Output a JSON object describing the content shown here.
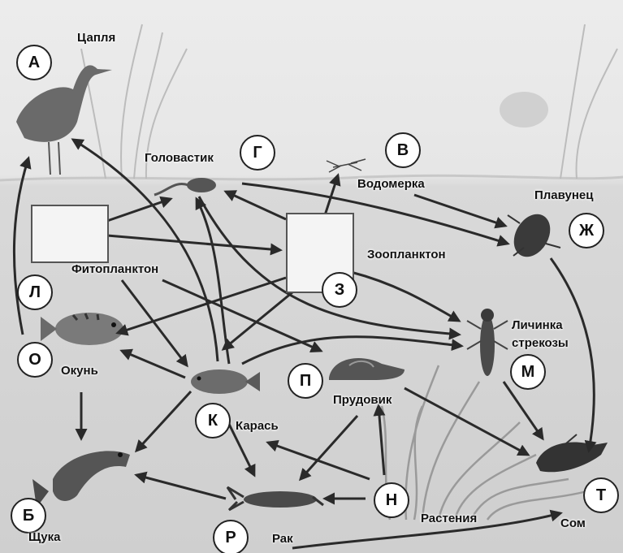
{
  "nodes": [
    {
      "id": "heron",
      "letter": "А",
      "name": "Цапля"
    },
    {
      "id": "pike",
      "letter": "Б",
      "name": "Щука"
    },
    {
      "id": "water-strider",
      "letter": "В",
      "name": "Водомерка"
    },
    {
      "id": "tadpole",
      "letter": "Г",
      "name": "Головастик"
    },
    {
      "id": "diving-beetle",
      "letter": "Ж",
      "name": "Плавунец"
    },
    {
      "id": "zooplankton",
      "letter": "З",
      "name": "Зоопланктон"
    },
    {
      "id": "crucian",
      "letter": "К",
      "name": "Карась"
    },
    {
      "id": "phytoplankton",
      "letter": "Л",
      "name": "Фитопланктон"
    },
    {
      "id": "dragonfly-larva",
      "letter": "М",
      "name": "Личинка стрекозы"
    },
    {
      "id": "plants",
      "letter": "Н",
      "name": "Растения"
    },
    {
      "id": "perch",
      "letter": "О",
      "name": "Окунь"
    },
    {
      "id": "pond-snail",
      "letter": "П",
      "name": "Прудовик"
    },
    {
      "id": "crayfish",
      "letter": "Р",
      "name": "Рак"
    },
    {
      "id": "catfish",
      "letter": "Т",
      "name": "Сом"
    }
  ],
  "edges": [
    [
      "perch",
      "heron"
    ],
    [
      "crucian",
      "heron"
    ],
    [
      "crucian",
      "tadpole"
    ],
    [
      "phytoplankton",
      "tadpole"
    ],
    [
      "phytoplankton",
      "zooplankton"
    ],
    [
      "phytoplankton",
      "crucian"
    ],
    [
      "phytoplankton",
      "pond-snail"
    ],
    [
      "zooplankton",
      "tadpole"
    ],
    [
      "zooplankton",
      "water-strider"
    ],
    [
      "zooplankton",
      "perch"
    ],
    [
      "zooplankton",
      "crucian"
    ],
    [
      "zooplankton",
      "dragonfly-larva"
    ],
    [
      "tadpole",
      "diving-beetle"
    ],
    [
      "tadpole",
      "dragonfly-larva"
    ],
    [
      "water-strider",
      "diving-beetle"
    ],
    [
      "crucian",
      "perch"
    ],
    [
      "crucian",
      "pike"
    ],
    [
      "crucian",
      "crayfish"
    ],
    [
      "crucian",
      "dragonfly-larva"
    ],
    [
      "perch",
      "pike"
    ],
    [
      "crayfish",
      "pike"
    ],
    [
      "plants",
      "crucian"
    ],
    [
      "plants",
      "pond-snail"
    ],
    [
      "plants",
      "crayfish"
    ],
    [
      "pond-snail",
      "crayfish"
    ],
    [
      "pond-snail",
      "catfish"
    ],
    [
      "diving-beetle",
      "catfish"
    ],
    [
      "dragonfly-larva",
      "catfish"
    ],
    [
      "crayfish",
      "catfish"
    ]
  ]
}
